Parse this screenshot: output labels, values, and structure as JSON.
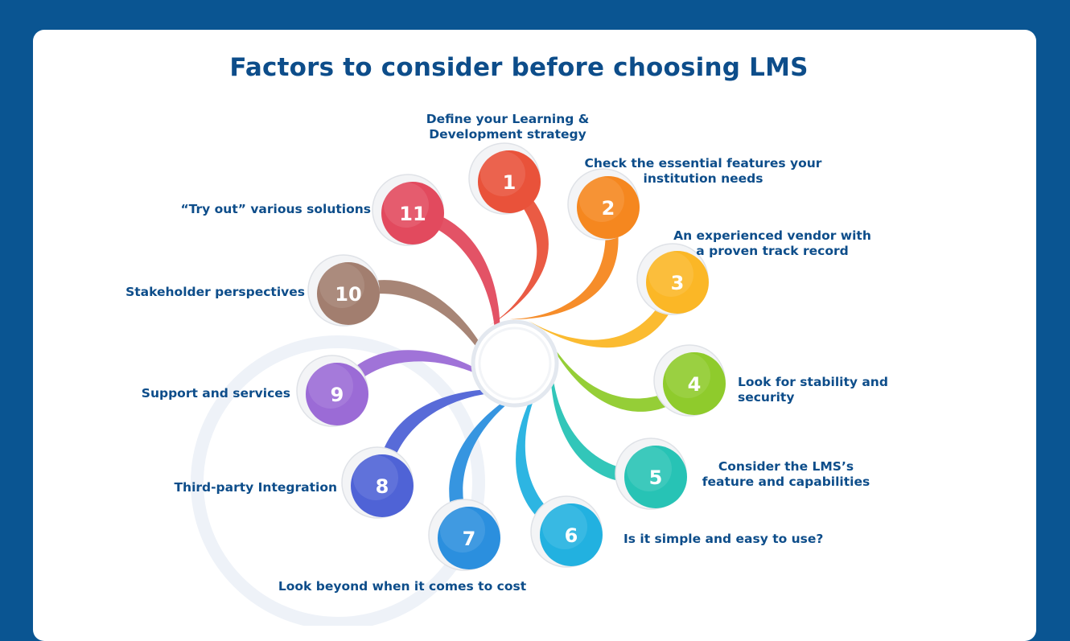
{
  "title": "Factors to consider before choosing LMS",
  "factors": [
    {
      "number": "1",
      "label": "Define your Learning & Development strategy",
      "color": "#e9523a"
    },
    {
      "number": "2",
      "label": "Check the essential features your institution needs",
      "color": "#f5871f"
    },
    {
      "number": "3",
      "label": "An experienced vendor with a proven track record",
      "color": "#fbb726"
    },
    {
      "number": "4",
      "label": "Look for stability and security",
      "color": "#8fcb2c"
    },
    {
      "number": "5",
      "label": "Consider the LMS’s feature and capabilities",
      "color": "#27c3b5"
    },
    {
      "number": "6",
      "label": "Is it simple and easy to use?",
      "color": "#22b1e0"
    },
    {
      "number": "7",
      "label": "Look beyond when it comes to cost",
      "color": "#2b8fde"
    },
    {
      "number": "8",
      "label": "Third-party Integration",
      "color": "#4f63d6"
    },
    {
      "number": "9",
      "label": "Support and services",
      "color": "#9b6bd6"
    },
    {
      "number": "10",
      "label": "Stakeholder perspectives",
      "color": "#a27e6f"
    },
    {
      "number": "11",
      "label": "“Try out” various solutions",
      "color": "#e24a5e"
    }
  ]
}
